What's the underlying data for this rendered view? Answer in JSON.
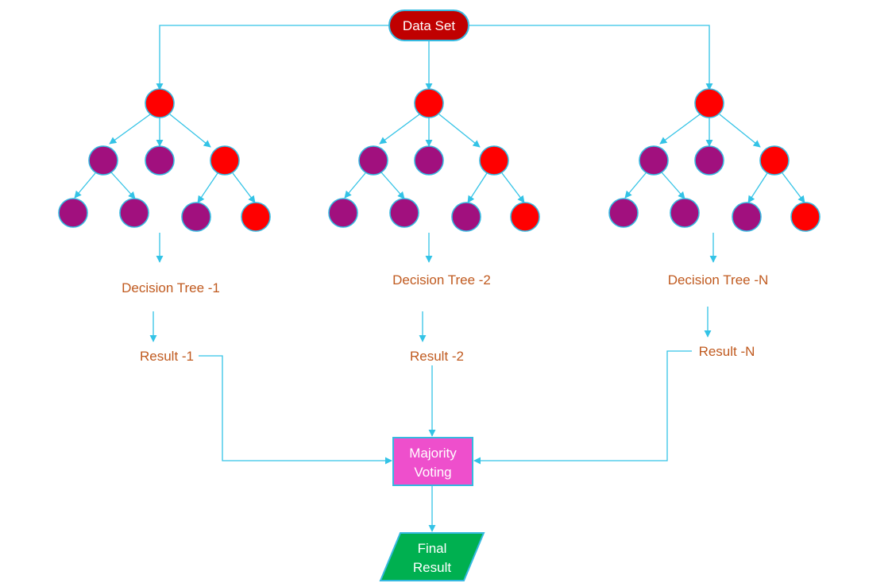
{
  "source": {
    "label": "Data Set",
    "fill": "#c00000"
  },
  "trees": [
    {
      "tree_label": "Decision Tree -1",
      "result_label": "Result -1"
    },
    {
      "tree_label": "Decision Tree -2",
      "result_label": "Result -2"
    },
    {
      "tree_label": "Decision Tree -N",
      "result_label": "Result -N"
    }
  ],
  "aggregator": {
    "line1": "Majority",
    "line2": "Voting",
    "fill": "#ee4fcc"
  },
  "output": {
    "line1": "Final",
    "line2": "Result",
    "fill": "#00b050"
  },
  "colors": {
    "connector": "#33c3e6",
    "node_red": "#ff0000",
    "node_purple": "#a1107e",
    "label_text": "#c05a1f"
  }
}
